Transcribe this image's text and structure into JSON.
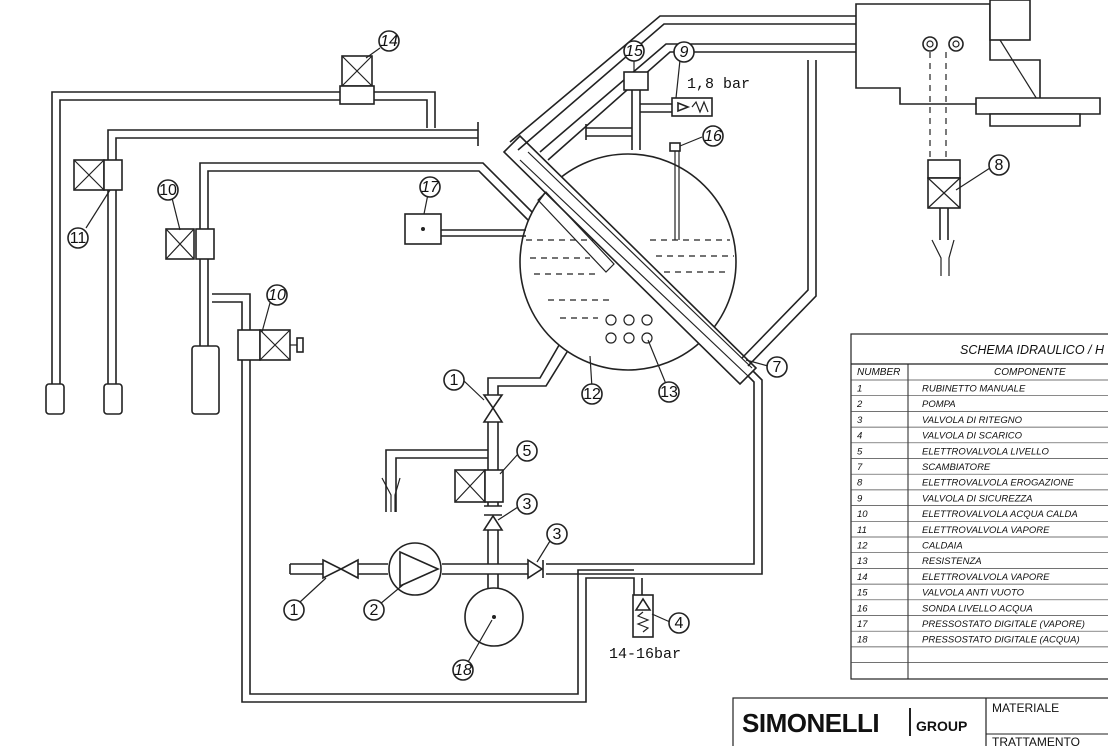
{
  "callouts": [
    {
      "id": "c14a",
      "text": "14"
    },
    {
      "id": "c11",
      "text": "11"
    },
    {
      "id": "c10a",
      "text": "10"
    },
    {
      "id": "c10b",
      "text": "10"
    },
    {
      "id": "c15",
      "text": "15"
    },
    {
      "id": "c9",
      "text": "9"
    },
    {
      "id": "c16",
      "text": "16"
    },
    {
      "id": "c17",
      "text": "17"
    },
    {
      "id": "c8",
      "text": "8"
    },
    {
      "id": "c7",
      "text": "7"
    },
    {
      "id": "c1a",
      "text": "1"
    },
    {
      "id": "c12",
      "text": "12"
    },
    {
      "id": "c13",
      "text": "13"
    },
    {
      "id": "c5",
      "text": "5"
    },
    {
      "id": "c3a",
      "text": "3"
    },
    {
      "id": "c3b",
      "text": "3"
    },
    {
      "id": "c1b",
      "text": "1"
    },
    {
      "id": "c2",
      "text": "2"
    },
    {
      "id": "c4",
      "text": "4"
    },
    {
      "id": "c18",
      "text": "18"
    }
  ],
  "pressure_labels": {
    "safety_valve": "1,8  bar",
    "discharge_valve": "14-16bar"
  },
  "legend": {
    "title": "SCHEMA IDRAULICO / H",
    "headers": {
      "number": "NUMBER",
      "component": "COMPONENTE"
    },
    "rows": [
      {
        "n": "1",
        "c": "RUBINETTO MANUALE"
      },
      {
        "n": "2",
        "c": "POMPA"
      },
      {
        "n": "3",
        "c": "VALVOLA DI RITEGNO"
      },
      {
        "n": "4",
        "c": "VALVOLA DI SCARICO"
      },
      {
        "n": "5",
        "c": "ELETTROVALVOLA LIVELLO"
      },
      {
        "n": "7",
        "c": "SCAMBIATORE"
      },
      {
        "n": "8",
        "c": "ELETTROVALVOLA EROGAZIONE"
      },
      {
        "n": "9",
        "c": "VALVOLA DI SICUREZZA"
      },
      {
        "n": "10",
        "c": "ELETTROVALVOLA ACQUA CALDA"
      },
      {
        "n": "11",
        "c": "ELETTROVALVOLA VAPORE"
      },
      {
        "n": "12",
        "c": "CALDAIA"
      },
      {
        "n": "13",
        "c": "RESISTENZA"
      },
      {
        "n": "14",
        "c": "ELETTROVALVOLA VAPORE"
      },
      {
        "n": "15",
        "c": "VALVOLA ANTI VUOTO"
      },
      {
        "n": "16",
        "c": "SONDA LIVELLO ACQUA"
      },
      {
        "n": "17",
        "c": "PRESSOSTATO DIGITALE (VAPORE)"
      },
      {
        "n": "18",
        "c": "PRESSOSTATO DIGITALE (ACQUA)"
      }
    ]
  },
  "title_block": {
    "brand": "SIMONELLI",
    "group": "GROUP",
    "materiale": "MATERIALE",
    "trattamento": "TRATTAMENTO"
  }
}
